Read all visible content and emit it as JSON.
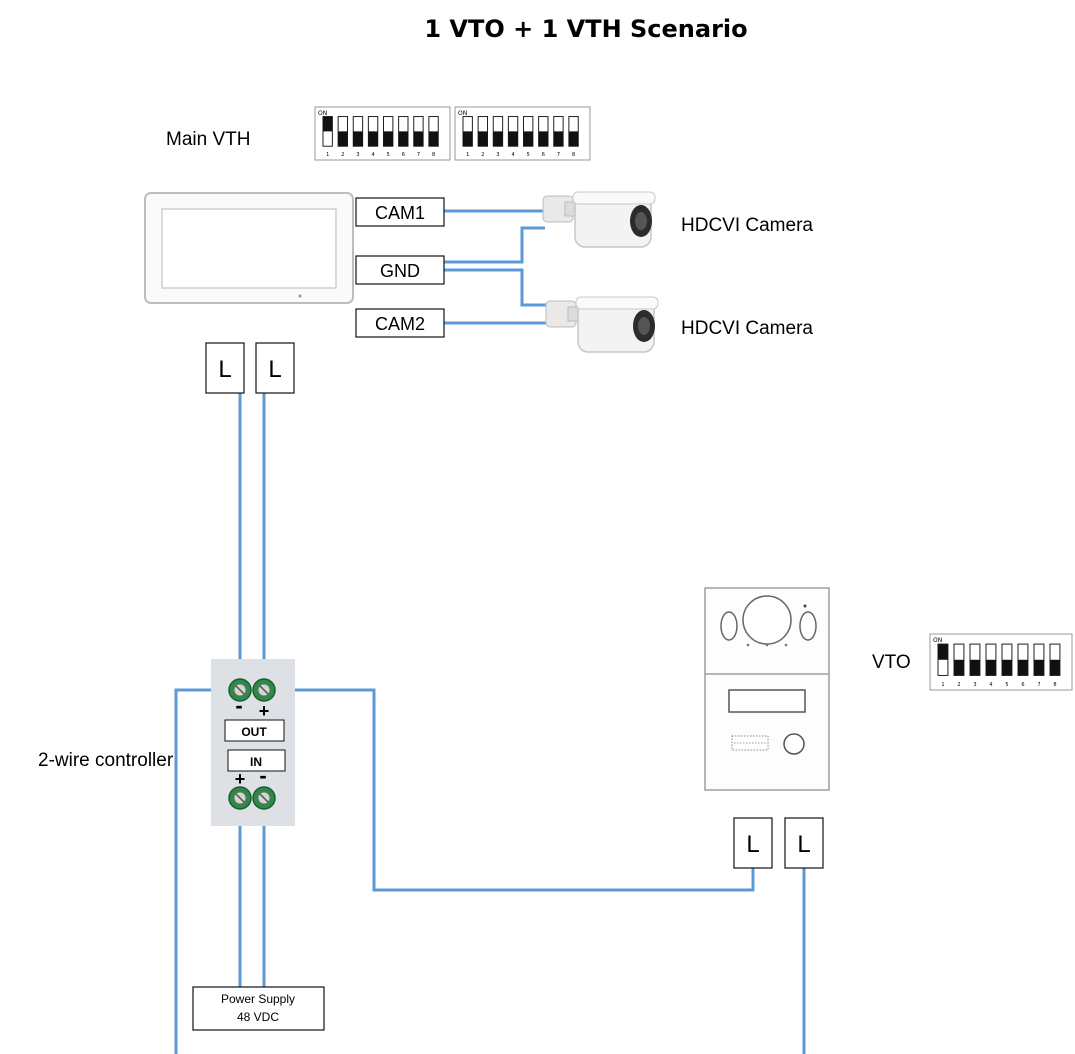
{
  "title": "1 VTO + 1 VTH Scenario",
  "labels": {
    "main_vth": "Main VTH",
    "vto": "VTO",
    "controller": "2-wire controller",
    "camera_1": "HDCVI Camera",
    "camera_2": "HDCVI Camera"
  },
  "terminals": {
    "cam1": "CAM1",
    "gnd": "GND",
    "cam2": "CAM2",
    "vth_l1": "L",
    "vth_l2": "L",
    "vto_l1": "L",
    "vto_l2": "L"
  },
  "controller": {
    "out_label": "OUT",
    "in_label": "IN",
    "out_minus": "-",
    "out_plus": "+",
    "in_plus": "+",
    "in_minus": "-"
  },
  "power_supply": {
    "line1": "Power Supply",
    "line2": "48 VDC"
  },
  "colors": {
    "wire": "#5b9bd5",
    "controller_bg": "#dde1e6",
    "terminal_green": "#2f8a4a"
  },
  "icons": [
    "dip-switch-icon",
    "vth-monitor-icon",
    "camera-icon",
    "vto-door-station-icon",
    "screw-terminal-icon"
  ]
}
